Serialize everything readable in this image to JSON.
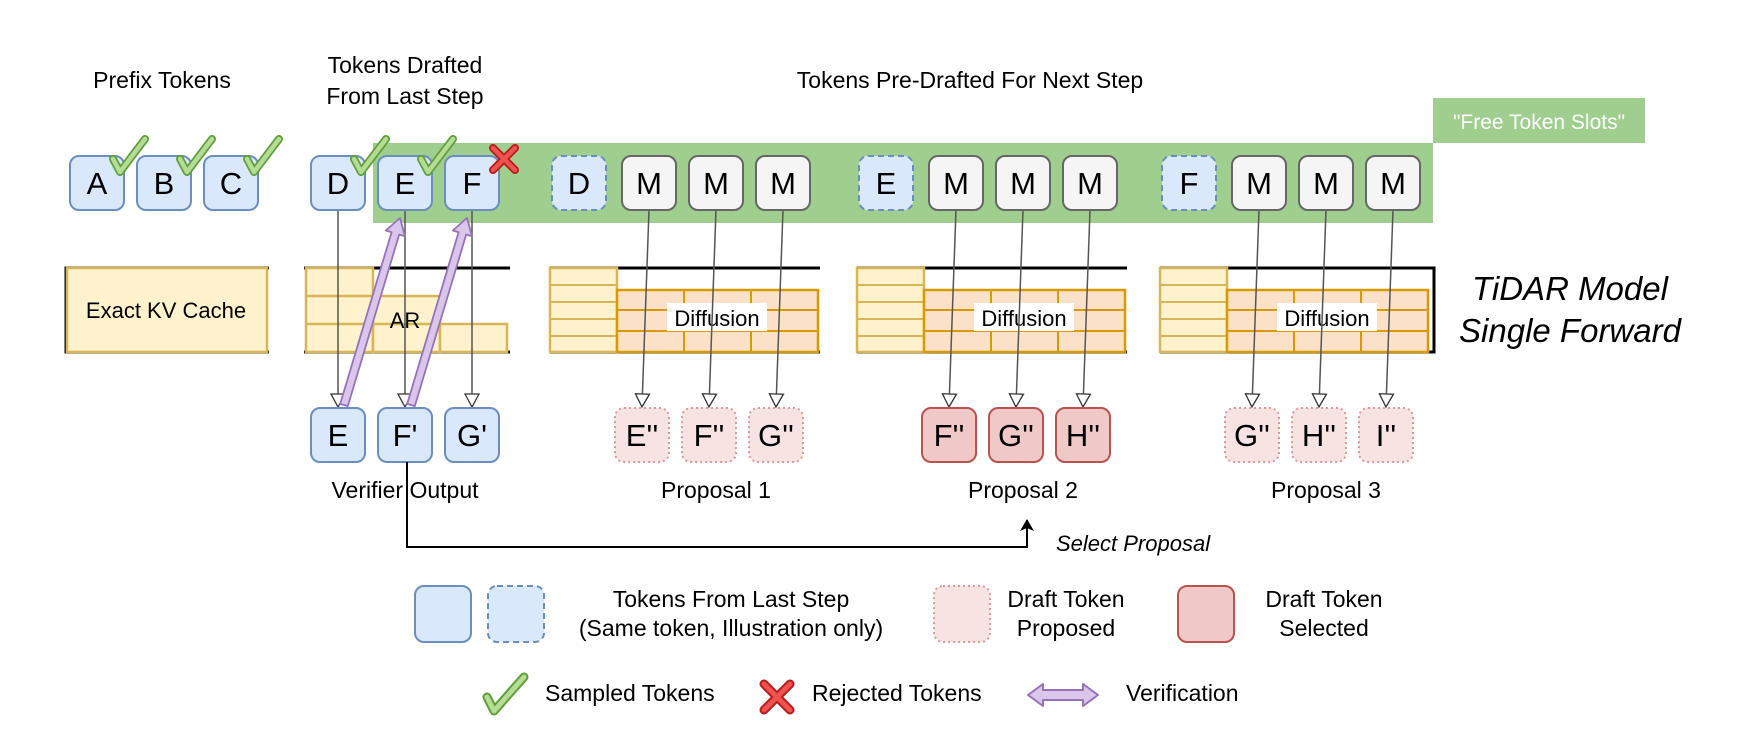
{
  "headers": {
    "prefix": "Prefix Tokens",
    "drafted_line1": "Tokens Drafted",
    "drafted_line2": "From Last Step",
    "predrafted": "Tokens Pre-Drafted For Next Step"
  },
  "free_slots_label": "\"Free Token Slots\"",
  "model_label": {
    "line1": "TiDAR Model",
    "line2": "Single Forward"
  },
  "kv_cache_label": "Exact KV Cache",
  "ar_label": "AR",
  "diffusion_label": "Diffusion",
  "prefix_tokens": [
    "A",
    "B",
    "C"
  ],
  "drafted_tokens": [
    "D",
    "E",
    "F"
  ],
  "predraft_groups": [
    {
      "draft": "D",
      "masks": [
        "M",
        "M",
        "M"
      ]
    },
    {
      "draft": "E",
      "masks": [
        "M",
        "M",
        "M"
      ]
    },
    {
      "draft": "F",
      "masks": [
        "M",
        "M",
        "M"
      ]
    }
  ],
  "verifier_outputs": [
    "E",
    "F'",
    "G'"
  ],
  "verifier_label": "Verifier Output",
  "proposals": [
    {
      "label": "Proposal 1",
      "tokens": [
        "E''",
        "F''",
        "G''"
      ],
      "selected": false
    },
    {
      "label": "Proposal 2",
      "tokens": [
        "F''",
        "G''",
        "H''"
      ],
      "selected": true
    },
    {
      "label": "Proposal 3",
      "tokens": [
        "G''",
        "H''",
        "I''"
      ],
      "selected": false
    }
  ],
  "select_proposal_label": "Select Proposal",
  "legend": {
    "last_step_line1": "Tokens From Last Step",
    "last_step_line2": "(Same token, Illustration only)",
    "proposed_line1": "Draft Token",
    "proposed_line2": "Proposed",
    "selected_line1": "Draft Token",
    "selected_line2": "Selected",
    "sampled": "Sampled Tokens",
    "rejected": "Rejected Tokens",
    "verification": "Verification"
  },
  "colors": {
    "token_blue_fill": "#dae8fc",
    "token_blue_stroke": "#6c8ebf",
    "mask_fill": "#f5f5f5",
    "mask_stroke": "#666666",
    "free_slot_green": "#9fce8e",
    "kv_fill": "#fff2cc",
    "kv_stroke": "#d6b656",
    "diffusion_fill": "#fae1c8",
    "diffusion_stroke": "#d79b00",
    "proposed_fill": "#f8e3e3",
    "proposed_stroke": "#d99a9a",
    "selected_fill": "#f0c8c8",
    "selected_stroke": "#b85450",
    "check_green": "#8bc34a",
    "reject_red": "#e53935",
    "verify_purple": "#c3a7d8"
  }
}
